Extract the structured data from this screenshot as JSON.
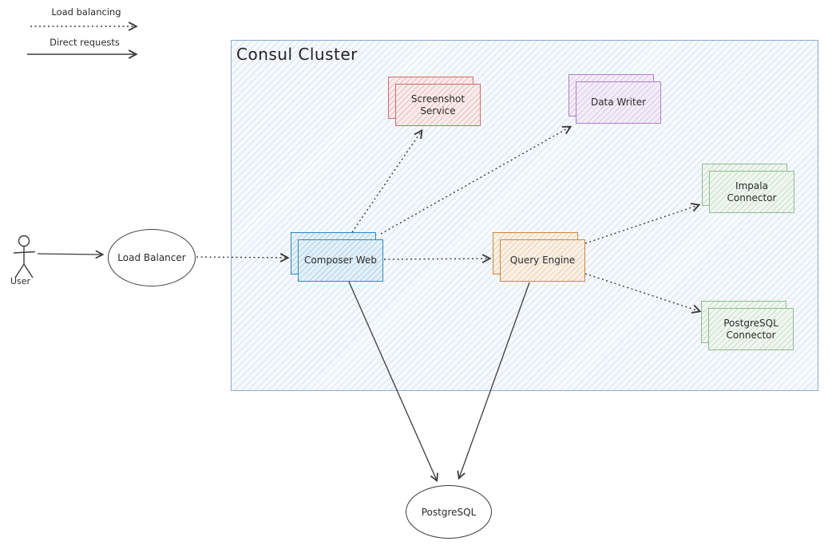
{
  "legend": {
    "items": [
      {
        "label": "Load balancing",
        "style": "dotted"
      },
      {
        "label": "Direct requests",
        "style": "solid"
      }
    ]
  },
  "cluster": {
    "title": "Consul Cluster"
  },
  "nodes": {
    "user": {
      "label": "User"
    },
    "load_balancer": {
      "label": "Load Balancer"
    },
    "composer_web": {
      "label": "Composer Web"
    },
    "query_engine": {
      "label": "Query Engine"
    },
    "screenshot_service": {
      "label": "Screenshot Service"
    },
    "data_writer": {
      "label": "Data Writer"
    },
    "impala_connector": {
      "label": "Impala Connector"
    },
    "postgresql_connector": {
      "label": "PostgreSQL Connector"
    },
    "postgresql": {
      "label": "PostgreSQL"
    }
  },
  "edges": [
    {
      "from": "User",
      "to": "Load Balancer",
      "type": "direct"
    },
    {
      "from": "Load Balancer",
      "to": "Composer Web",
      "type": "load-balanced"
    },
    {
      "from": "Composer Web",
      "to": "Screenshot Service",
      "type": "load-balanced"
    },
    {
      "from": "Composer Web",
      "to": "Data Writer",
      "type": "load-balanced"
    },
    {
      "from": "Composer Web",
      "to": "Query Engine",
      "type": "load-balanced"
    },
    {
      "from": "Query Engine",
      "to": "Impala Connector",
      "type": "load-balanced"
    },
    {
      "from": "Query Engine",
      "to": "PostgreSQL Connector",
      "type": "load-balanced"
    },
    {
      "from": "Composer Web",
      "to": "PostgreSQL",
      "type": "direct"
    },
    {
      "from": "Query Engine",
      "to": "PostgreSQL",
      "type": "direct"
    }
  ],
  "colors": {
    "cluster_stroke": "#8ca9cf",
    "red": "#d16a6a",
    "purple": "#ab7fc9",
    "blue": "#3186bb",
    "orange": "#c9873c",
    "green": "#8fbb8f",
    "arrow": "#3c3c3c"
  }
}
